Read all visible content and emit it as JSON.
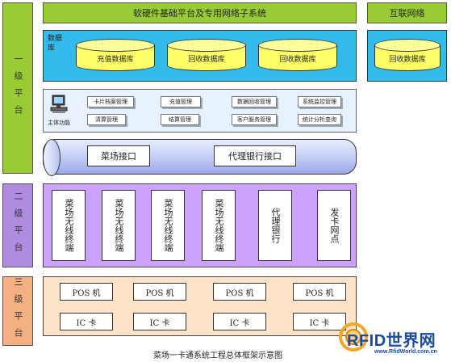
{
  "tiers": {
    "tier1": "一级平台",
    "tier2": "二级平台",
    "tier3": "三级平台"
  },
  "top_bar": {
    "title": "软硬件基础平台及专用网络子系统",
    "internet": "互联网络"
  },
  "database": {
    "label": "数据库",
    "items": [
      "充值数据库",
      "回收数据库",
      "回收数据库"
    ],
    "internet_item": "回收数据库"
  },
  "functions": {
    "label": "主体功能",
    "row1": [
      "卡片档案管理",
      "充值管理",
      "数据回收管理",
      "系统监控管理"
    ],
    "row2": [
      "清算管理",
      "结算管理",
      "客户服务管理",
      "统计分析查询"
    ]
  },
  "interfaces": [
    "菜场接口",
    "代理银行接口"
  ],
  "tier2_items": [
    "菜场无线终端",
    "菜场无线终端",
    "菜场无线终端",
    "菜场无线终端",
    "代理银行",
    "发卡网点"
  ],
  "tier3": {
    "pos": [
      "POS 机",
      "POS 机",
      "POS 机",
      "POS 机"
    ],
    "cards": [
      "IC 卡",
      "IC 卡",
      "IC 卡",
      "IC 卡"
    ]
  },
  "caption": "菜场一卡通系统工程总体框架示意图",
  "watermark": {
    "brand": "RFID世界网",
    "url": "www.RfidWorld.com.cn"
  },
  "colors": {
    "tier1": "#99cc33",
    "tier2": "#b08ce0",
    "tier3": "#f4b083",
    "database_panel": "#33bbee",
    "cylinder": "#ffff66"
  }
}
